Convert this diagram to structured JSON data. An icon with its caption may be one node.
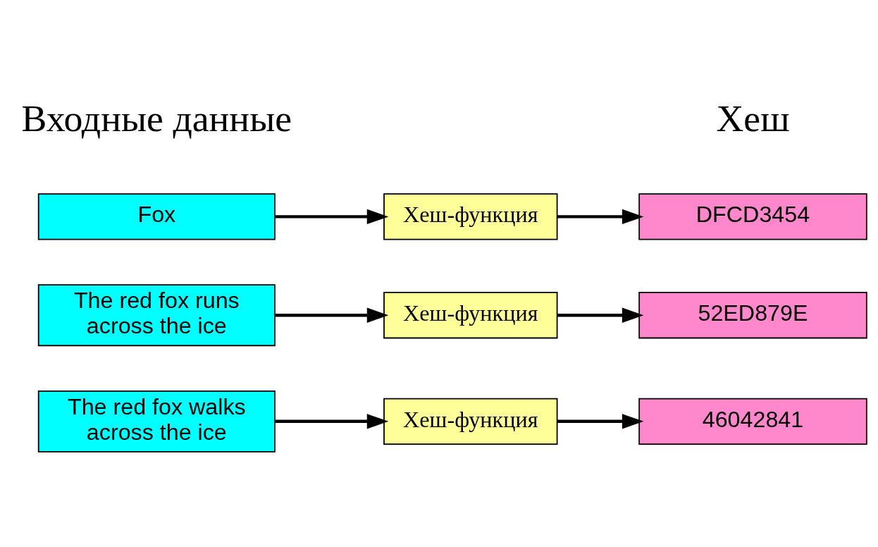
{
  "diagram": {
    "nodes": [
      {
        "text": [
          "Fox"
        ]
      },
      {
        "text": [
          "Хеш-функция"
        ]
      },
      {
        "text": [
          "DFCD3454"
        ]
      },
      {
        "text": [
          "The red fox runs across the ice"
        ]
      },
      {
        "text": [
          "Хеш-функция"
        ]
      },
      {
        "text": [
          "52ED879E"
        ]
      },
      {
        "text": [
          "The red fox walks across the ice"
        ]
      },
      {
        "text": [
          "Хеш-функция"
        ]
      },
      {
        "text": [
          "46042841"
        ]
      }
    ],
    "edges": [
      {
        "from": 0,
        "to": 1,
        "arrow": "to"
      },
      {
        "from": 1,
        "to": 2,
        "arrow": "to"
      },
      {
        "from": 3,
        "to": 4,
        "arrow": "to"
      },
      {
        "from": 4,
        "to": 5,
        "arrow": "to"
      },
      {
        "from": 6,
        "to": 7,
        "arrow": "to"
      },
      {
        "from": 7,
        "to": 8,
        "arrow": "to"
      }
    ],
    "labels": [
      "Входные данные",
      "Хеш"
    ]
  }
}
